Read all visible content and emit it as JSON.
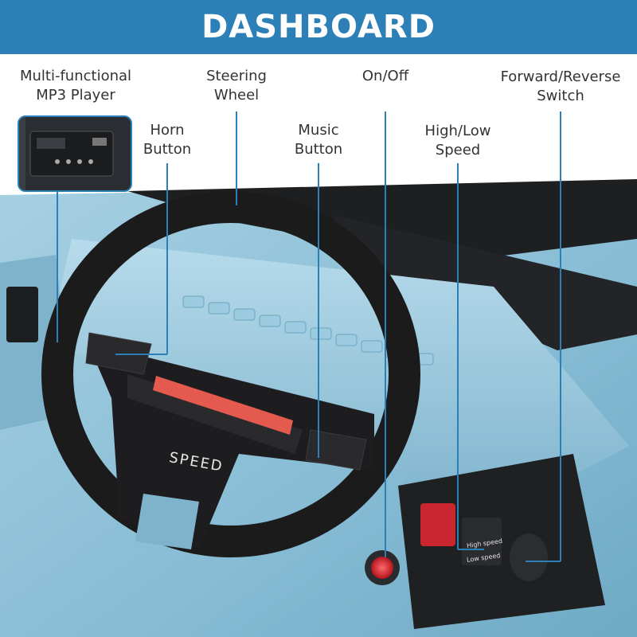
{
  "header": {
    "title": "DASHBOARD",
    "background": "#2d7fb8"
  },
  "labels": {
    "mp3": {
      "line1": "Multi-functional",
      "line2": "MP3 Player"
    },
    "steering": {
      "line1": "Steering",
      "line2": "Wheel"
    },
    "onoff": {
      "line1": "On/Off"
    },
    "forward_reverse": {
      "line1": "Forward/Reverse",
      "line2": "Switch"
    },
    "horn": {
      "line1": "Horn",
      "line2": "Button"
    },
    "music": {
      "line1": "Music",
      "line2": "Button"
    },
    "speed_switch": {
      "line1": "High/Low",
      "line2": "Speed"
    }
  },
  "wheel": {
    "hub_text": "SPEED"
  },
  "speed_panel": {
    "high": "High speed",
    "low": "Low speed"
  },
  "colors": {
    "body": "#8ec0d6",
    "accent": "#2d7fb8",
    "trim": "#1c1c1c",
    "power_red": "#d9252f"
  }
}
